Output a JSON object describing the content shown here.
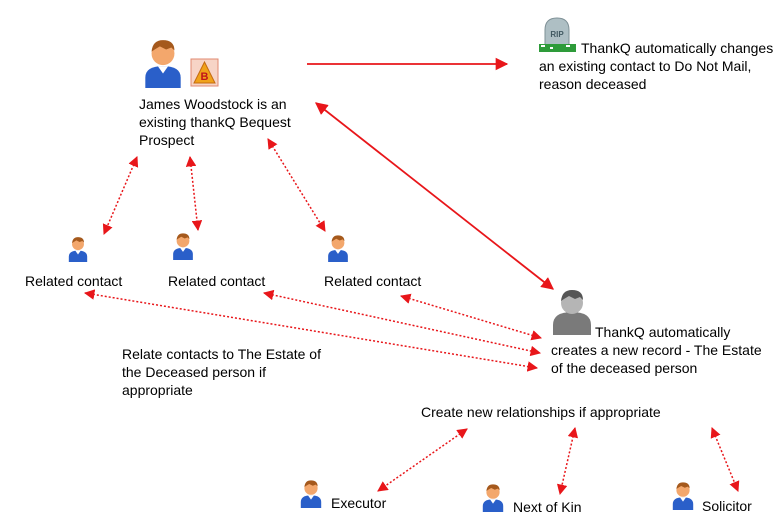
{
  "nodes": {
    "prospect_text": "James Woodstock is an existing thankQ Bequest Prospect",
    "bequest_badge_letter": "B",
    "rip_text": "RIP",
    "do_not_mail_text": "ThankQ automatically changes an existing contact to Do Not Mail, reason deceased",
    "related_1": "Related contact",
    "related_2": "Related contact",
    "related_3": "Related contact",
    "estate_text": "ThankQ automatically creates a new record - The Estate of the deceased person",
    "relate_note": "Relate contacts to The Estate of the Deceased person if appropriate",
    "create_note": "Create new relationships if appropriate",
    "executor": "Executor",
    "next_of_kin": "Next of Kin",
    "solicitor": "Solicitor"
  },
  "colors": {
    "arrow": "#e8161a",
    "person_blue": "#2a5fc9",
    "person_skin": "#f3a76c",
    "person_hair": "#a5591c",
    "estate_gray": "#7a7a7a",
    "badge_orange": "#f0a21a",
    "headstone_gray": "#aebfc4",
    "grass_green": "#2e9b3a"
  },
  "icons": {
    "person": "person-icon",
    "bequest": "bequest-badge-icon",
    "deceased": "rip-headstone-icon",
    "estate": "estate-person-icon"
  }
}
